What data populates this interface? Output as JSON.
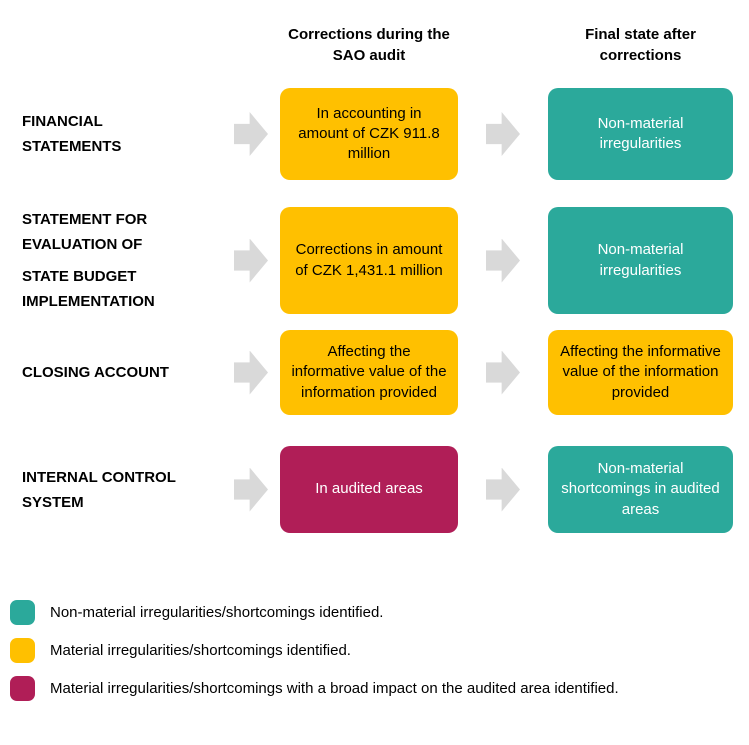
{
  "header": {
    "during": "Corrections during the SAO audit",
    "final": "Final state after corrections"
  },
  "rows": [
    {
      "label": [
        "FINANCIAL STATEMENTS"
      ],
      "during": {
        "text": "In accounting in amount of CZK 911.8 million",
        "color": "yellow"
      },
      "final": {
        "text": "Non-material irregularities",
        "color": "teal"
      }
    },
    {
      "label": [
        "STATEMENT FOR EVALUATION OF",
        "STATE BUDGET IMPLEMENTATION"
      ],
      "during": {
        "text": "Corrections in amount of CZK 1,431.1 million",
        "color": "yellow"
      },
      "final": {
        "text": "Non-material irregularities",
        "color": "teal"
      }
    },
    {
      "label": [
        "CLOSING ACCOUNT"
      ],
      "during": {
        "text": "Affecting the informative value of the information provided",
        "color": "yellow"
      },
      "final": {
        "text": "Affecting the informative value of the information provided",
        "color": "yellow"
      }
    },
    {
      "label": [
        "INTERNAL CONTROL SYSTEM"
      ],
      "during": {
        "text": "In audited areas",
        "color": "crimson"
      },
      "final": {
        "text": "Non-material shortcomings in audited areas",
        "color": "teal"
      }
    }
  ],
  "legend": [
    {
      "color": "teal",
      "text": "Non-material irregularities/shortcomings identified."
    },
    {
      "color": "yellow",
      "text": "Material irregularities/shortcomings identified."
    },
    {
      "color": "crimson",
      "text": "Material irregularities/shortcomings with a broad impact on the audited area identified."
    }
  ],
  "colors": {
    "teal": "#2BA99B",
    "yellow": "#FFC000",
    "crimson": "#B01E57",
    "arrow_gray": "#D9D9D9",
    "text_dark": "#000000",
    "text_light": "#FFFFFF"
  }
}
